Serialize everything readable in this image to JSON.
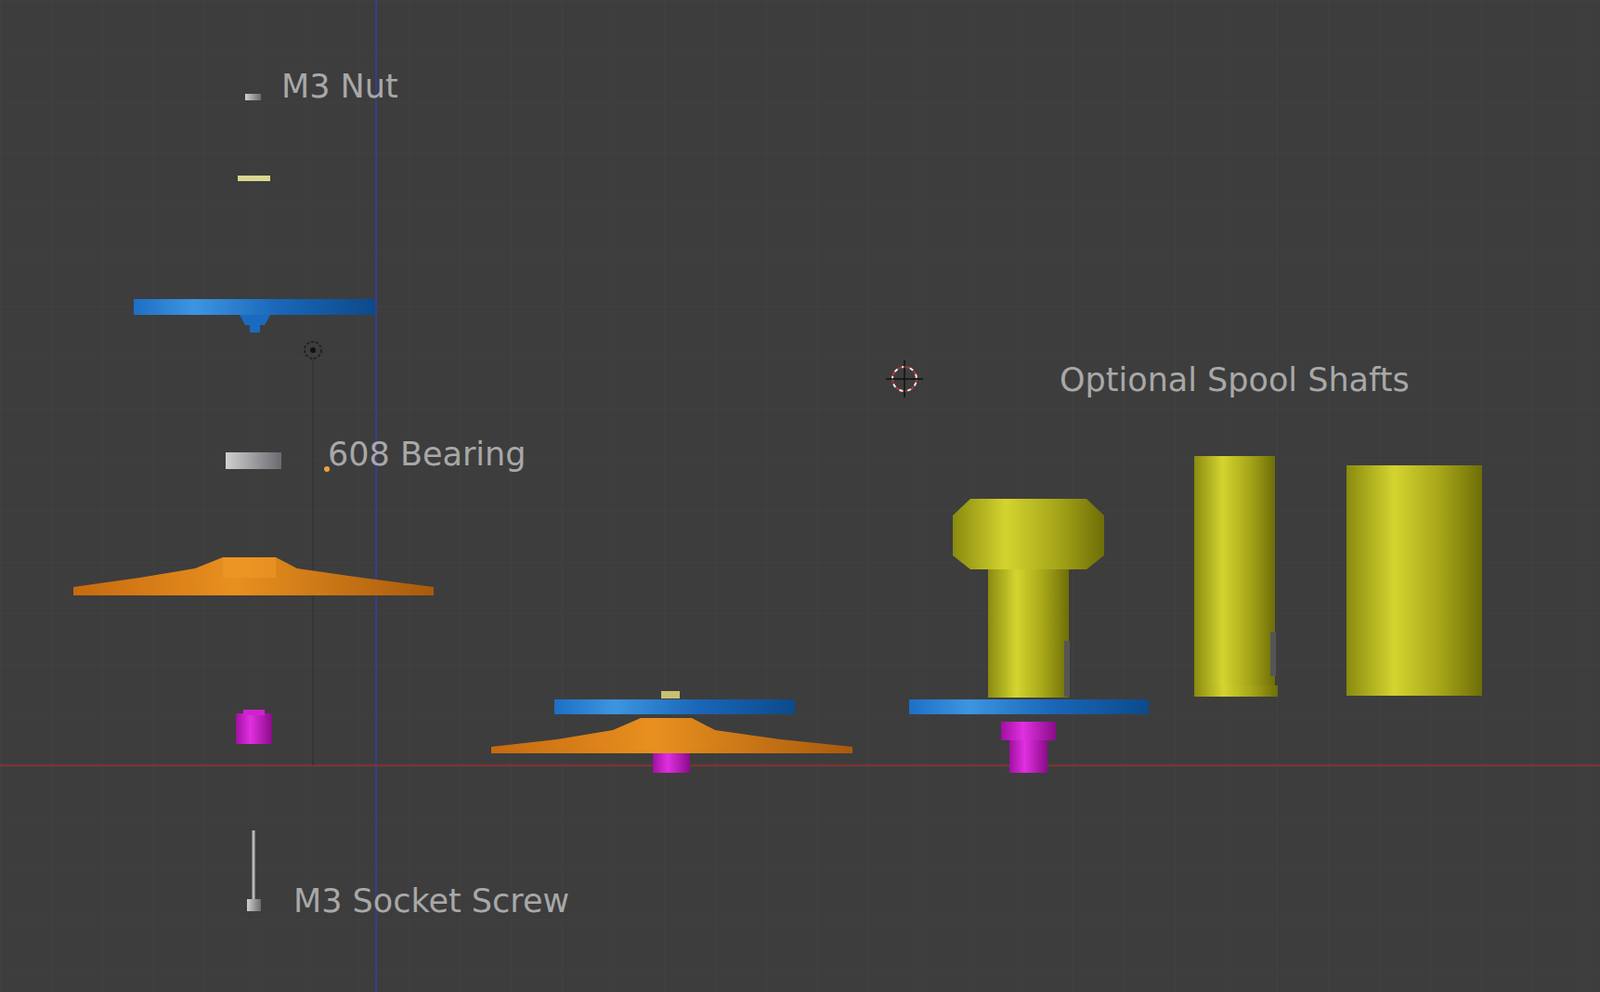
{
  "diagram": {
    "labels": [
      "M3 Nut",
      "608 Bearing",
      "Optional Spool Shafts",
      "M3 Socket Screw"
    ]
  }
}
